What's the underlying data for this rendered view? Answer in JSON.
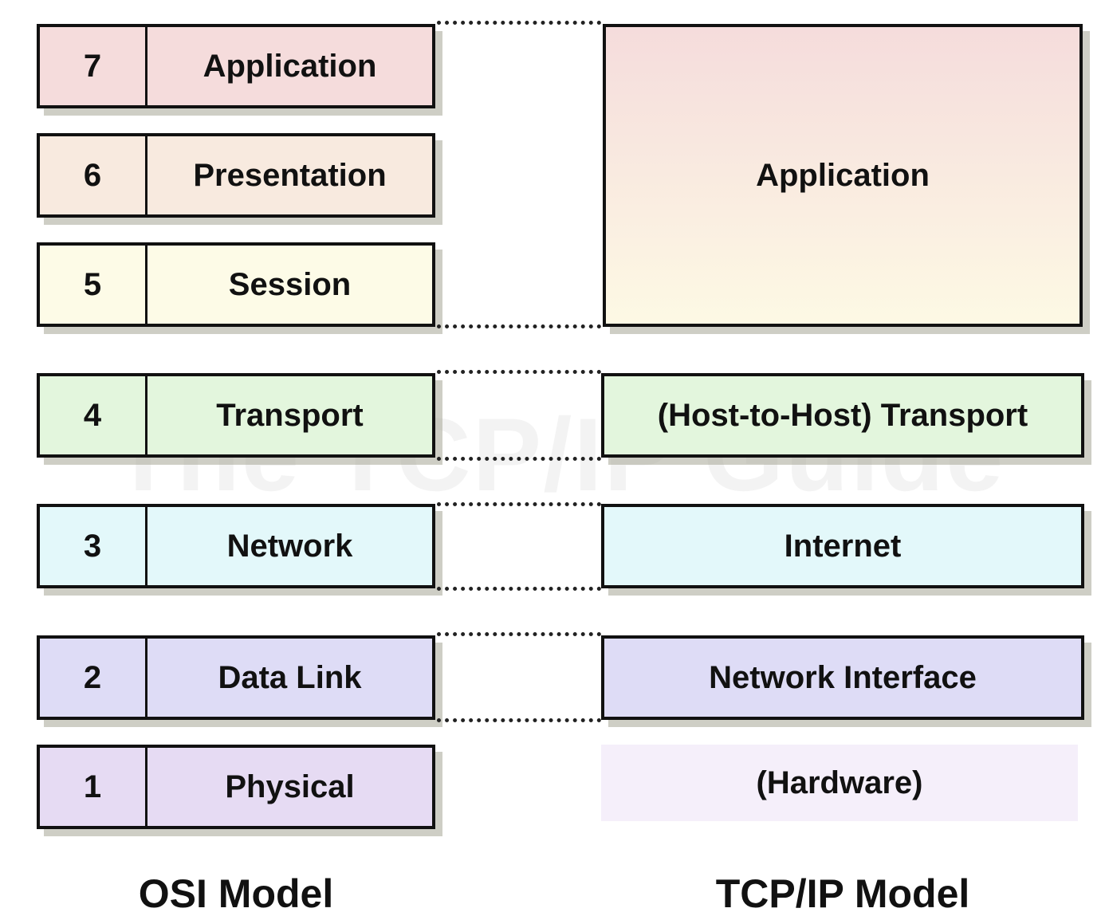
{
  "watermark": "The TCP/IP Guide",
  "osi": {
    "caption": "OSI Model",
    "layers": [
      {
        "number": "7",
        "name": "Application",
        "color": "#f5dcdc"
      },
      {
        "number": "6",
        "name": "Presentation",
        "color": "#f8eadf"
      },
      {
        "number": "5",
        "name": "Session",
        "color": "#fdfbe7"
      },
      {
        "number": "4",
        "name": "Transport",
        "color": "#e3f6dd"
      },
      {
        "number": "3",
        "name": "Network",
        "color": "#e3f8fa"
      },
      {
        "number": "2",
        "name": "Data Link",
        "color": "#dedcf6"
      },
      {
        "number": "1",
        "name": "Physical",
        "color": "#e6dbf3"
      }
    ]
  },
  "tcpip": {
    "caption": "TCP/IP Model",
    "layers": [
      {
        "name": "Application",
        "color_top": "#f5dcdc",
        "color_bottom": "#fdf9e4"
      },
      {
        "name": "(Host-to-Host) Transport",
        "color": "#e3f6dd"
      },
      {
        "name": "Internet",
        "color": "#e3f8fa"
      },
      {
        "name": "Network Interface",
        "color": "#dedcf6"
      }
    ],
    "hardware": "(Hardware)"
  }
}
